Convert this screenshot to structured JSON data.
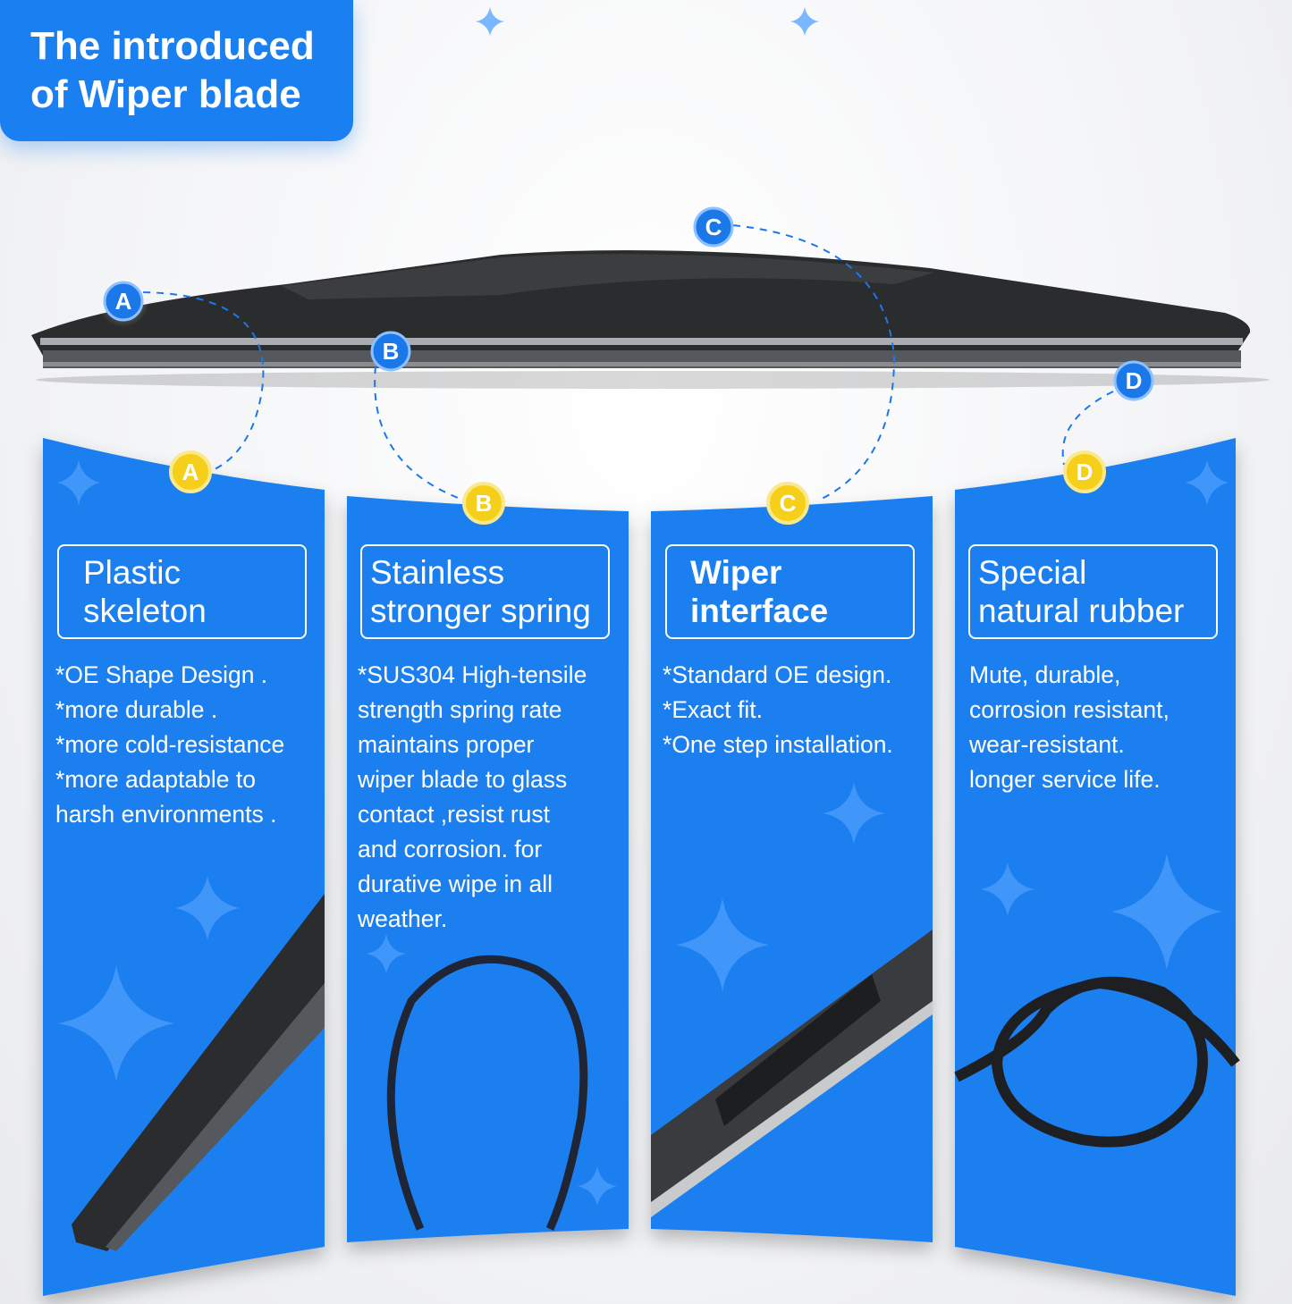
{
  "title": {
    "line1": "The introduced",
    "line2": "of Wiper blade"
  },
  "colors": {
    "panel_blue": "#1a7ff0",
    "marker_blue": "#1b78e8",
    "marker_yellow": "#f5cf1a",
    "blade": "#2b2c2e",
    "background": "#f2f3f5"
  },
  "markers": [
    "A",
    "B",
    "C",
    "D"
  ],
  "panels": [
    {
      "marker": "A",
      "heading_1": "Plastic",
      "heading_2": "skeleton",
      "body": "*OE Shape Design .\n*more durable .\n*more cold-resistance\n*more adaptable to\nharsh environments ."
    },
    {
      "marker": "B",
      "heading_1": "Stainless",
      "heading_2": "stronger spring",
      "body": "*SUS304 High-tensile\nstrength spring rate\nmaintains proper\nwiper blade to glass\ncontact ,resist rust\nand corrosion. for\ndurative wipe in all\nweather."
    },
    {
      "marker": "C",
      "heading_1": "Wiper",
      "heading_2": "interface",
      "body": "*Standard OE design.\n*Exact fit.\n*One step installation."
    },
    {
      "marker": "D",
      "heading_1": "Special",
      "heading_2": "natural rubber",
      "body": "Mute, durable,\ncorrosion resistant,\nwear-resistant.\nlonger service life."
    }
  ]
}
